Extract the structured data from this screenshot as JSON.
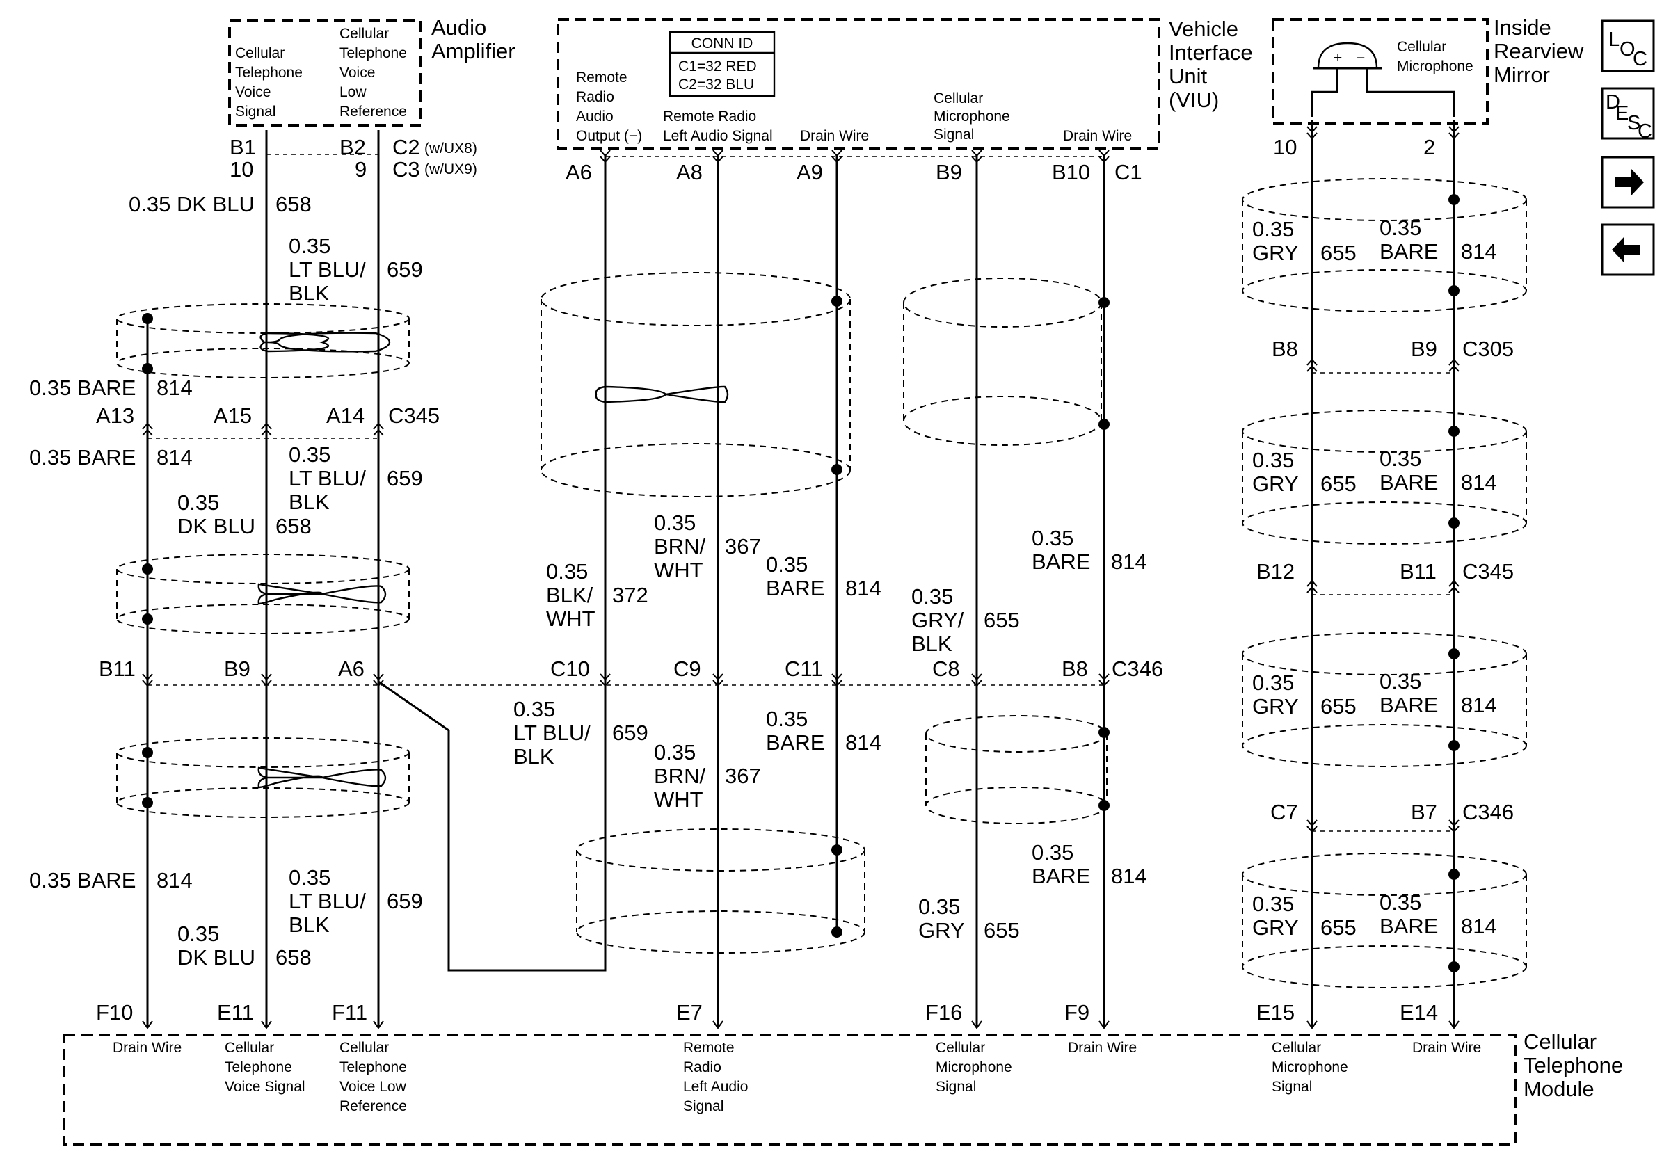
{
  "audio_amplifier": {
    "name": [
      "Audio",
      "Amplifier"
    ],
    "pin1_desc": [
      "Cellular",
      "Telephone",
      "Voice",
      "Signal"
    ],
    "pin2_desc": [
      "Cellular",
      "Telephone",
      "Voice",
      "Low",
      "Reference"
    ],
    "b1": "B1",
    "n10": "10",
    "b2": "B2",
    "n9": "9",
    "c2": "C2",
    "c2_note": "(w/UX8)",
    "c3": "C3",
    "c3_note": "(w/UX9)"
  },
  "viu": {
    "name": [
      "Vehicle",
      "Interface",
      "Unit",
      "(VIU)"
    ],
    "conn_id_title": "CONN ID",
    "conn_id_lines": [
      "C1=32 RED",
      "C2=32 BLU"
    ],
    "a6_desc": [
      "Remote",
      "Radio",
      "Audio",
      "Output (−)"
    ],
    "a8_desc": [
      "Remote Radio",
      "Left Audio Signal"
    ],
    "a9_desc": "Drain Wire",
    "b9_desc": [
      "Cellular",
      "Microphone",
      "Signal"
    ],
    "b10_desc": "Drain Wire",
    "pins": [
      "A6",
      "A8",
      "A9",
      "B9",
      "B10",
      "C1"
    ]
  },
  "mirror": {
    "name": [
      "Inside",
      "Rearview",
      "Mirror"
    ],
    "mic_label": [
      "Cellular",
      "Microphone"
    ],
    "plus": "+",
    "minus": "−",
    "pin_left": "10",
    "pin_right": "2"
  },
  "nav_buttons": {
    "loc": {
      "l": "L",
      "o": "O",
      "c": "C"
    },
    "desc": {
      "d": "D",
      "e": "E",
      "s": "S",
      "c": "C"
    }
  },
  "left_group": {
    "w658_top": "0.35 DK BLU",
    "w658_num": "658",
    "w659_top": [
      "0.35",
      "LT BLU/",
      "BLK"
    ],
    "w659_num": "659",
    "w814_top": "0.35 BARE",
    "w814_num": "814",
    "c345_pins": [
      "A13",
      "A15",
      "A14"
    ],
    "c345": "C345",
    "w814_mid": "0.35 BARE",
    "w658_mid": [
      "0.35",
      "DK BLU"
    ],
    "w659_mid": [
      "0.35",
      "LT BLU/",
      "BLK"
    ],
    "c346_pins": [
      "B11",
      "B9",
      "A6"
    ],
    "w814_bot": "0.35 BARE",
    "w658_bot": [
      "0.35",
      "DK BLU"
    ],
    "w659_bot": [
      "0.35",
      "LT BLU/",
      "BLK"
    ]
  },
  "middle_group": {
    "w372": [
      "0.35",
      "BLK/",
      "WHT"
    ],
    "n372": "372",
    "w367_top": [
      "0.35",
      "BRN/",
      "WHT"
    ],
    "n367": "367",
    "w814a_top": [
      "0.35",
      "BARE"
    ],
    "n814": "814",
    "w655": [
      "0.35",
      "GRY/",
      "BLK"
    ],
    "n655": "655",
    "w814b_top": [
      "0.35",
      "BARE"
    ],
    "c346_pins": [
      "C10",
      "C9",
      "C11",
      "C8",
      "B8"
    ],
    "c346": "C346",
    "w659_bot": [
      "0.35",
      "LT BLU/",
      "BLK"
    ],
    "n659": "659",
    "w367_bot": [
      "0.35",
      "BRN/",
      "WHT"
    ],
    "w814a_bot": [
      "0.35",
      "BARE"
    ],
    "w814b_bot": [
      "0.35",
      "BARE"
    ],
    "w655_bot": [
      "0.35",
      "GRY"
    ]
  },
  "right_group": {
    "gry": [
      "0.35",
      "GRY"
    ],
    "n655": "655",
    "bare": [
      "0.35",
      "BARE"
    ],
    "n814": "814",
    "c305_pins": [
      "B8",
      "B9"
    ],
    "c305": "C305",
    "c345_pins": [
      "B12",
      "B11"
    ],
    "c345": "C345",
    "c346_pins": [
      "C7",
      "B7"
    ],
    "c346": "C346"
  },
  "ctm": {
    "name": [
      "Cellular",
      "Telephone",
      "Module"
    ],
    "pins": [
      "F10",
      "E11",
      "F11",
      "E7",
      "F16",
      "F9",
      "E15",
      "E14"
    ],
    "f10_desc": [
      "Drain Wire"
    ],
    "e11_desc": [
      "Cellular",
      "Telephone",
      "Voice Signal"
    ],
    "f11_desc": [
      "Cellular",
      "Telephone",
      "Voice Low",
      "Reference"
    ],
    "e7_desc": [
      "Remote",
      "Radio",
      "Left Audio",
      "Signal"
    ],
    "f16_desc": [
      "Cellular",
      "Microphone",
      "Signal"
    ],
    "f9_desc": [
      "Drain Wire"
    ],
    "e15_desc": [
      "Cellular",
      "Microphone",
      "Signal"
    ],
    "e14_desc": [
      "Drain Wire"
    ]
  }
}
